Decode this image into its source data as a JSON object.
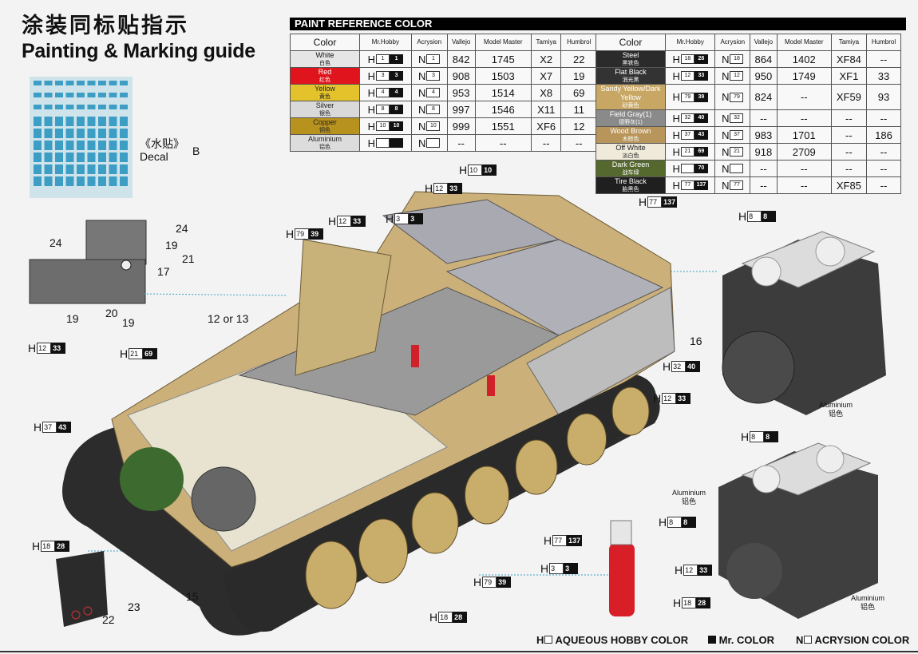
{
  "title_cn": "涂装同标贴指示",
  "title_en": "Painting & Marking guide",
  "decal": {
    "label_cn": "《水贴》",
    "label_en": "Decal",
    "letter": "B"
  },
  "paint_table": {
    "header": "PAINT  REFERENCE COLOR",
    "columns": [
      "Color",
      "Mr.Hobby",
      "Acrysion",
      "Vallejo",
      "Model Master",
      "Tamiya",
      "Humbrol"
    ],
    "left": [
      {
        "name": "White",
        "cn": "白色",
        "bg": "#e6e6e6",
        "fg": "#111",
        "h": "1",
        "m": "1",
        "n": "1",
        "vallejo": "842",
        "mm": "1745",
        "tamiya": "X2",
        "humbrol": "22"
      },
      {
        "name": "Red",
        "cn": "红色",
        "bg": "#e0141c",
        "fg": "#fff",
        "h": "3",
        "m": "3",
        "n": "3",
        "vallejo": "908",
        "mm": "1503",
        "tamiya": "X7",
        "humbrol": "19"
      },
      {
        "name": "Yellow",
        "cn": "黄色",
        "bg": "#e3c22c",
        "fg": "#222",
        "h": "4",
        "m": "4",
        "n": "4",
        "vallejo": "953",
        "mm": "1514",
        "tamiya": "X8",
        "humbrol": "69"
      },
      {
        "name": "Silver",
        "cn": "银色",
        "bg": "#d9d9d9",
        "fg": "#222",
        "h": "8",
        "m": "8",
        "n": "8",
        "vallejo": "997",
        "mm": "1546",
        "tamiya": "X11",
        "humbrol": "11"
      },
      {
        "name": "Copper",
        "cn": "铜色",
        "bg": "#b8921e",
        "fg": "#222",
        "h": "10",
        "m": "10",
        "n": "10",
        "vallejo": "999",
        "mm": "1551",
        "tamiya": "XF6",
        "humbrol": "12"
      },
      {
        "name": "Aluminium",
        "cn": "铝色",
        "bg": "#dcdcdc",
        "fg": "#222",
        "h": "",
        "m": "",
        "n": "",
        "vallejo": "--",
        "mm": "--",
        "tamiya": "--",
        "humbrol": "--"
      }
    ],
    "right": [
      {
        "name": "Steel",
        "cn": "黑铁色",
        "bg": "#2b2b2b",
        "fg": "#fff",
        "h": "18",
        "m": "28",
        "n": "18",
        "vallejo": "864",
        "mm": "1402",
        "tamiya": "XF84",
        "humbrol": "--"
      },
      {
        "name": "Flat Black",
        "cn": "消光黑",
        "bg": "#333",
        "fg": "#fff",
        "h": "12",
        "m": "33",
        "n": "12",
        "vallejo": "950",
        "mm": "1749",
        "tamiya": "XF1",
        "humbrol": "33"
      },
      {
        "name": "Sandy Yellow/Dark Yellow",
        "cn": "砂黄色",
        "bg": "#c8a764",
        "fg": "#fff",
        "h": "79",
        "m": "39",
        "n": "79",
        "vallejo": "824",
        "mm": "--",
        "tamiya": "XF59",
        "humbrol": "93"
      },
      {
        "name": "Field Gray(1)",
        "cn": "德野灰(1)",
        "bg": "#8a8a8a",
        "fg": "#fff",
        "h": "32",
        "m": "40",
        "n": "32",
        "vallejo": "--",
        "mm": "--",
        "tamiya": "--",
        "humbrol": "--"
      },
      {
        "name": "Wood Brown",
        "cn": "木棕色",
        "bg": "#b8955a",
        "fg": "#fff",
        "h": "37",
        "m": "43",
        "n": "37",
        "vallejo": "983",
        "mm": "1701",
        "tamiya": "--",
        "humbrol": "186"
      },
      {
        "name": "Off White",
        "cn": "淡白色",
        "bg": "#efeada",
        "fg": "#222",
        "h": "21",
        "m": "69",
        "n": "21",
        "vallejo": "918",
        "mm": "2709",
        "tamiya": "--",
        "humbrol": "--"
      },
      {
        "name": "Dark Green",
        "cn": "战车绿",
        "bg": "#55692f",
        "fg": "#fff",
        "h": "",
        "m": "70",
        "n": "",
        "vallejo": "--",
        "mm": "--",
        "tamiya": "--",
        "humbrol": "--"
      },
      {
        "name": "Tire Black",
        "cn": "胎黑色",
        "bg": "#1f1f1f",
        "fg": "#fff",
        "h": "77",
        "m": "137",
        "n": "77",
        "vallejo": "--",
        "mm": "--",
        "tamiya": "XF85",
        "humbrol": "--"
      }
    ]
  },
  "callouts": [
    {
      "p": "H",
      "a": "10",
      "b": "10"
    },
    {
      "p": "H",
      "a": "12",
      "b": "33"
    },
    {
      "p": "H",
      "a": "77",
      "b": "137"
    },
    {
      "p": "H",
      "a": "3",
      "b": "3"
    },
    {
      "p": "H",
      "a": "12",
      "b": "33"
    },
    {
      "p": "H",
      "a": "79",
      "b": "39"
    },
    {
      "p": "H",
      "a": "8",
      "b": "8"
    },
    {
      "p": "H",
      "a": "12",
      "b": "33"
    },
    {
      "p": "H",
      "a": "21",
      "b": "69"
    },
    {
      "p": "H",
      "a": "32",
      "b": "40"
    },
    {
      "p": "H",
      "a": "37",
      "b": "43"
    },
    {
      "p": "H",
      "a": "12",
      "b": "33"
    },
    {
      "p": "H",
      "a": "8",
      "b": "8"
    },
    {
      "p": "H",
      "a": "8",
      "b": "8"
    },
    {
      "p": "H",
      "a": "18",
      "b": "28"
    },
    {
      "p": "H",
      "a": "77",
      "b": "137"
    },
    {
      "p": "H",
      "a": "3",
      "b": "3"
    },
    {
      "p": "H",
      "a": "12",
      "b": "33"
    },
    {
      "p": "H",
      "a": "79",
      "b": "39"
    },
    {
      "p": "H",
      "a": "18",
      "b": "28"
    },
    {
      "p": "H",
      "a": "18",
      "b": "28"
    }
  ],
  "part_numbers": [
    "24",
    "19",
    "21",
    "17",
    "24",
    "20",
    "19",
    "19",
    "12 or 13",
    "16",
    "15",
    "23",
    "22"
  ],
  "aluminium_label": {
    "en": "Aluminium",
    "cn": "铝色"
  },
  "legend": {
    "aqueous": "AQUEOUS HOBBY COLOR",
    "mr": "Mr. COLOR",
    "acrysion": "ACRYSION COLOR",
    "h": "H",
    "n": "N"
  }
}
